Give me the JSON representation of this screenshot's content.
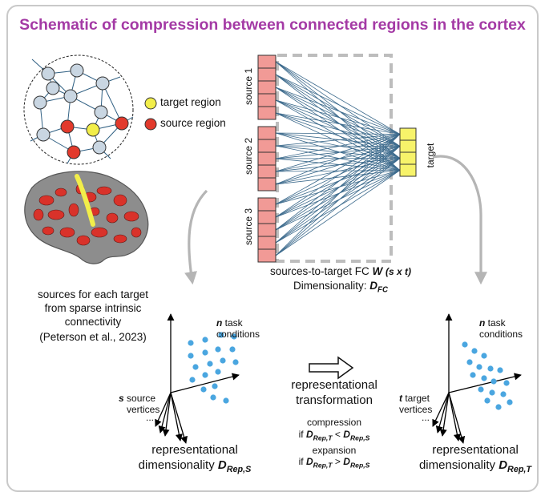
{
  "title": "Schematic of compression between connected regions in the cortex",
  "legend": {
    "target": "target region",
    "source": "source region",
    "target_color": "#f2ee4a",
    "source_color": "#e23a2c",
    "node_color": "#c9d6e2"
  },
  "network": {
    "sources": [
      "source 1",
      "source 2",
      "source 3"
    ],
    "target": "target",
    "source_color": "#f19a96",
    "target_color": "#f7f36a",
    "edge_color": "#3c6a8c",
    "fc_label_a": "sources-to-target FC",
    "fc_w": "W",
    "fc_dims": "(s x t)",
    "dim_label": "Dimensionality:",
    "dim_symbol": "D",
    "dim_sub": "FC"
  },
  "sources_note": {
    "line1": "sources for each target",
    "line2": "from sparse intrinsic",
    "line3": "connectivity",
    "line4": "(Peterson et al., 2023)"
  },
  "left_plot": {
    "n_bold": "n",
    "n_rest": " task",
    "n_line2": "conditions",
    "s_bold": "s",
    "s_rest": " source",
    "s_line2": "vertices",
    "s_line3": "...",
    "dim_line1": "representational",
    "dim_line2": "dimensionality",
    "dim_symbol": "D",
    "dim_sub": "Rep,S"
  },
  "right_plot": {
    "n_bold": "n",
    "n_rest": " task",
    "n_line2": "conditions",
    "t_bold": "t",
    "t_rest": " target",
    "t_line2": "vertices",
    "t_line3": "...",
    "dim_line1": "representational",
    "dim_line2": "dimensionality",
    "dim_symbol": "D",
    "dim_sub": "Rep,T"
  },
  "transformation": {
    "line1": "representational",
    "line2": "transformation",
    "compression": "compression",
    "expansion": "expansion",
    "if": "if",
    "lt": "<",
    "gt": ">",
    "d": "D",
    "sub_t": "Rep,T",
    "sub_s": "Rep,S"
  },
  "point_color": "#4aa6e0"
}
